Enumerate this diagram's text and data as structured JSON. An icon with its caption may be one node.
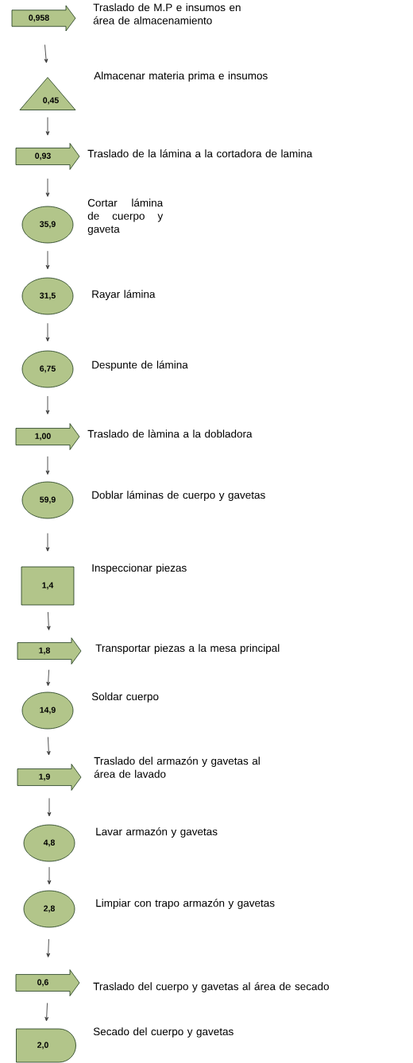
{
  "diagram": {
    "nodes": [
      {
        "text": [
          "0,958"
        ],
        "beside": [
          "Traslado de M.P e insumos en área de almacenamiento"
        ]
      },
      {
        "text": [
          "0,45"
        ],
        "beside": [
          "Almacenar materia prima e insumos"
        ]
      },
      {
        "text": [
          "0,93"
        ],
        "beside": [
          "Traslado de la lámina a la cortadora de lamina"
        ]
      },
      {
        "text": [
          "35,9"
        ],
        "beside": [
          "Cortar lámina de cuerpo y gaveta"
        ]
      },
      {
        "text": [
          "31,5"
        ],
        "beside": [
          "Rayar lámina"
        ]
      },
      {
        "text": [
          "6,75"
        ],
        "beside": [
          "Despunte de lámina"
        ]
      },
      {
        "text": [
          "1,00"
        ],
        "beside": [
          "Traslado de làmina  a la dobladora"
        ]
      },
      {
        "text": [
          "59,9"
        ],
        "beside": [
          "Doblar láminas de cuerpo y gavetas"
        ]
      },
      {
        "text": [
          "1,4"
        ],
        "beside": [
          "Inspeccionar piezas"
        ]
      },
      {
        "text": [
          "1,8"
        ],
        "beside": [
          "Transportar piezas a la mesa principal"
        ]
      },
      {
        "text": [
          "14,9"
        ],
        "beside": [
          "Soldar cuerpo"
        ]
      },
      {
        "text": [
          "1,9"
        ],
        "beside": [
          "Traslado del armazón y gavetas al área de lavado"
        ]
      },
      {
        "text": [
          "4,8"
        ],
        "beside": [
          "Lavar armazón y gavetas"
        ]
      },
      {
        "text": [
          "2,8"
        ],
        "beside": [
          "Limpiar con trapo armazón y gavetas"
        ]
      },
      {
        "text": [
          "0,6"
        ],
        "beside": [
          "Traslado del cuerpo y gavetas al área de secado"
        ]
      },
      {
        "text": [
          "2,0"
        ],
        "beside": [
          "Secado del cuerpo y gavetas"
        ]
      }
    ],
    "edges": [
      {
        "from": 0,
        "to": 1,
        "arrow": "to"
      },
      {
        "from": 1,
        "to": 2,
        "arrow": "to"
      },
      {
        "from": 2,
        "to": 3,
        "arrow": "to"
      },
      {
        "from": 3,
        "to": 4,
        "arrow": "to"
      },
      {
        "from": 4,
        "to": 5,
        "arrow": "to"
      },
      {
        "from": 5,
        "to": 6,
        "arrow": "to"
      },
      {
        "from": 6,
        "to": 7,
        "arrow": "to"
      },
      {
        "from": 7,
        "to": 8,
        "arrow": "to"
      },
      {
        "from": 8,
        "to": 9,
        "arrow": "to"
      },
      {
        "from": 9,
        "to": 10,
        "arrow": "to"
      },
      {
        "from": 10,
        "to": 11,
        "arrow": "to"
      },
      {
        "from": 11,
        "to": 12,
        "arrow": "to"
      },
      {
        "from": 12,
        "to": 13,
        "arrow": "to"
      },
      {
        "from": 13,
        "to": 14,
        "arrow": "to"
      },
      {
        "from": 14,
        "to": 15,
        "arrow": "to"
      }
    ]
  }
}
